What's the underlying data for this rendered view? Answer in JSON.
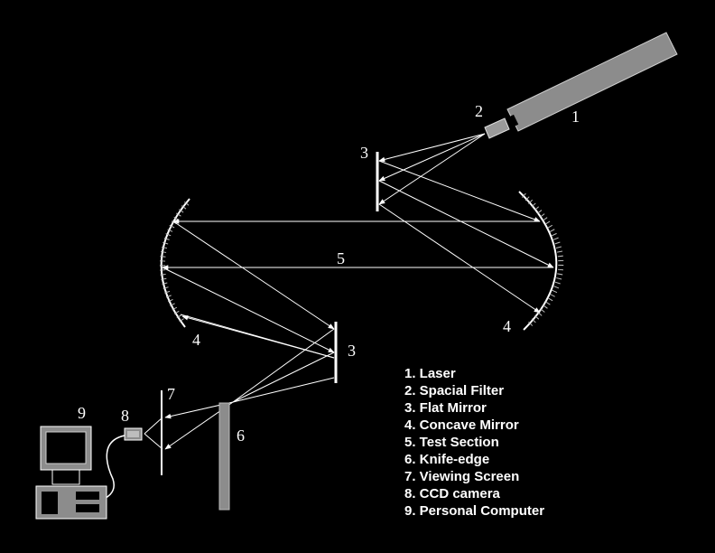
{
  "labels": {
    "laser": "1",
    "spatial_filter": "2",
    "flat_mirror_top": "3",
    "flat_mirror_bottom": "3",
    "concave_mirror_left": "4",
    "concave_mirror_right": "4",
    "test_section": "5",
    "knife_edge": "6",
    "viewing_screen": "7",
    "ccd_camera": "8",
    "computer": "9"
  },
  "legend": [
    "1. Laser",
    "2. Spacial Filter",
    "3. Flat Mirror",
    "4. Concave Mirror",
    "5. Test Section",
    "6. Knife-edge",
    "7. Viewing Screen",
    "8. CCD camera",
    "9. Personal Computer"
  ],
  "colors": {
    "background": "#000000",
    "lines": "#ffffff",
    "component_fill": "#8c8c8c",
    "mirror_hatch": "#bdbdbd"
  }
}
